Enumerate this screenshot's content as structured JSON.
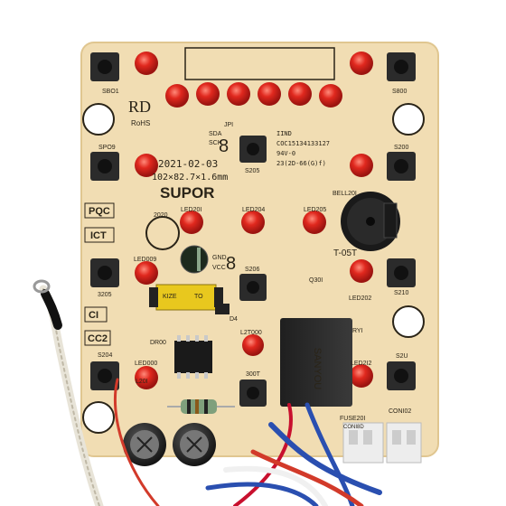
{
  "board": {
    "brand": "SUPOR",
    "date": "2021-02-03",
    "dimensions": "102×82.7×1.6mm",
    "rd": "RD",
    "rohs": "RoHS",
    "spec_lines": [
      "IIND",
      "COC15134133127",
      "94V-0",
      "23(2D-66(G)f)"
    ],
    "labels": {
      "sw_tl": "SBO1",
      "sw_tr": "S800",
      "sw_ml": "SPO9",
      "sw_mr": "S200",
      "s205": "S205",
      "s206": "S206",
      "s210": "S210",
      "s204": "S204",
      "s300": "300T",
      "s2u": "S2U",
      "s3205": "3205",
      "jp1": "JPI",
      "sda": "SDA",
      "sck": "SCK",
      "gnd": "GND",
      "vcc": "VCC",
      "bell": "BELL20I",
      "t_code": "T-05T",
      "q301": "Q30I",
      "led201": "LED20I",
      "led204": "LED204",
      "led205": "LED205",
      "led202": "LED202",
      "led212": "LED2I2",
      "led000": "LED000",
      "led2t": "L2T000",
      "led009": "LED009",
      "ry1": "RYI",
      "fuse": "FUSE20I",
      "con180": "CONI8D",
      "con102": "CONI02",
      "pqc": "PQC",
      "ict": "ICT",
      "ci": "CI",
      "cc2": "CC2",
      "dr00": "DR00",
      "d4": "D4",
      "l20i": "L20I",
      "l2020": "2020",
      "relay_brand": "SANYOU",
      "kizi": "KIZE",
      "to": "TO"
    }
  }
}
